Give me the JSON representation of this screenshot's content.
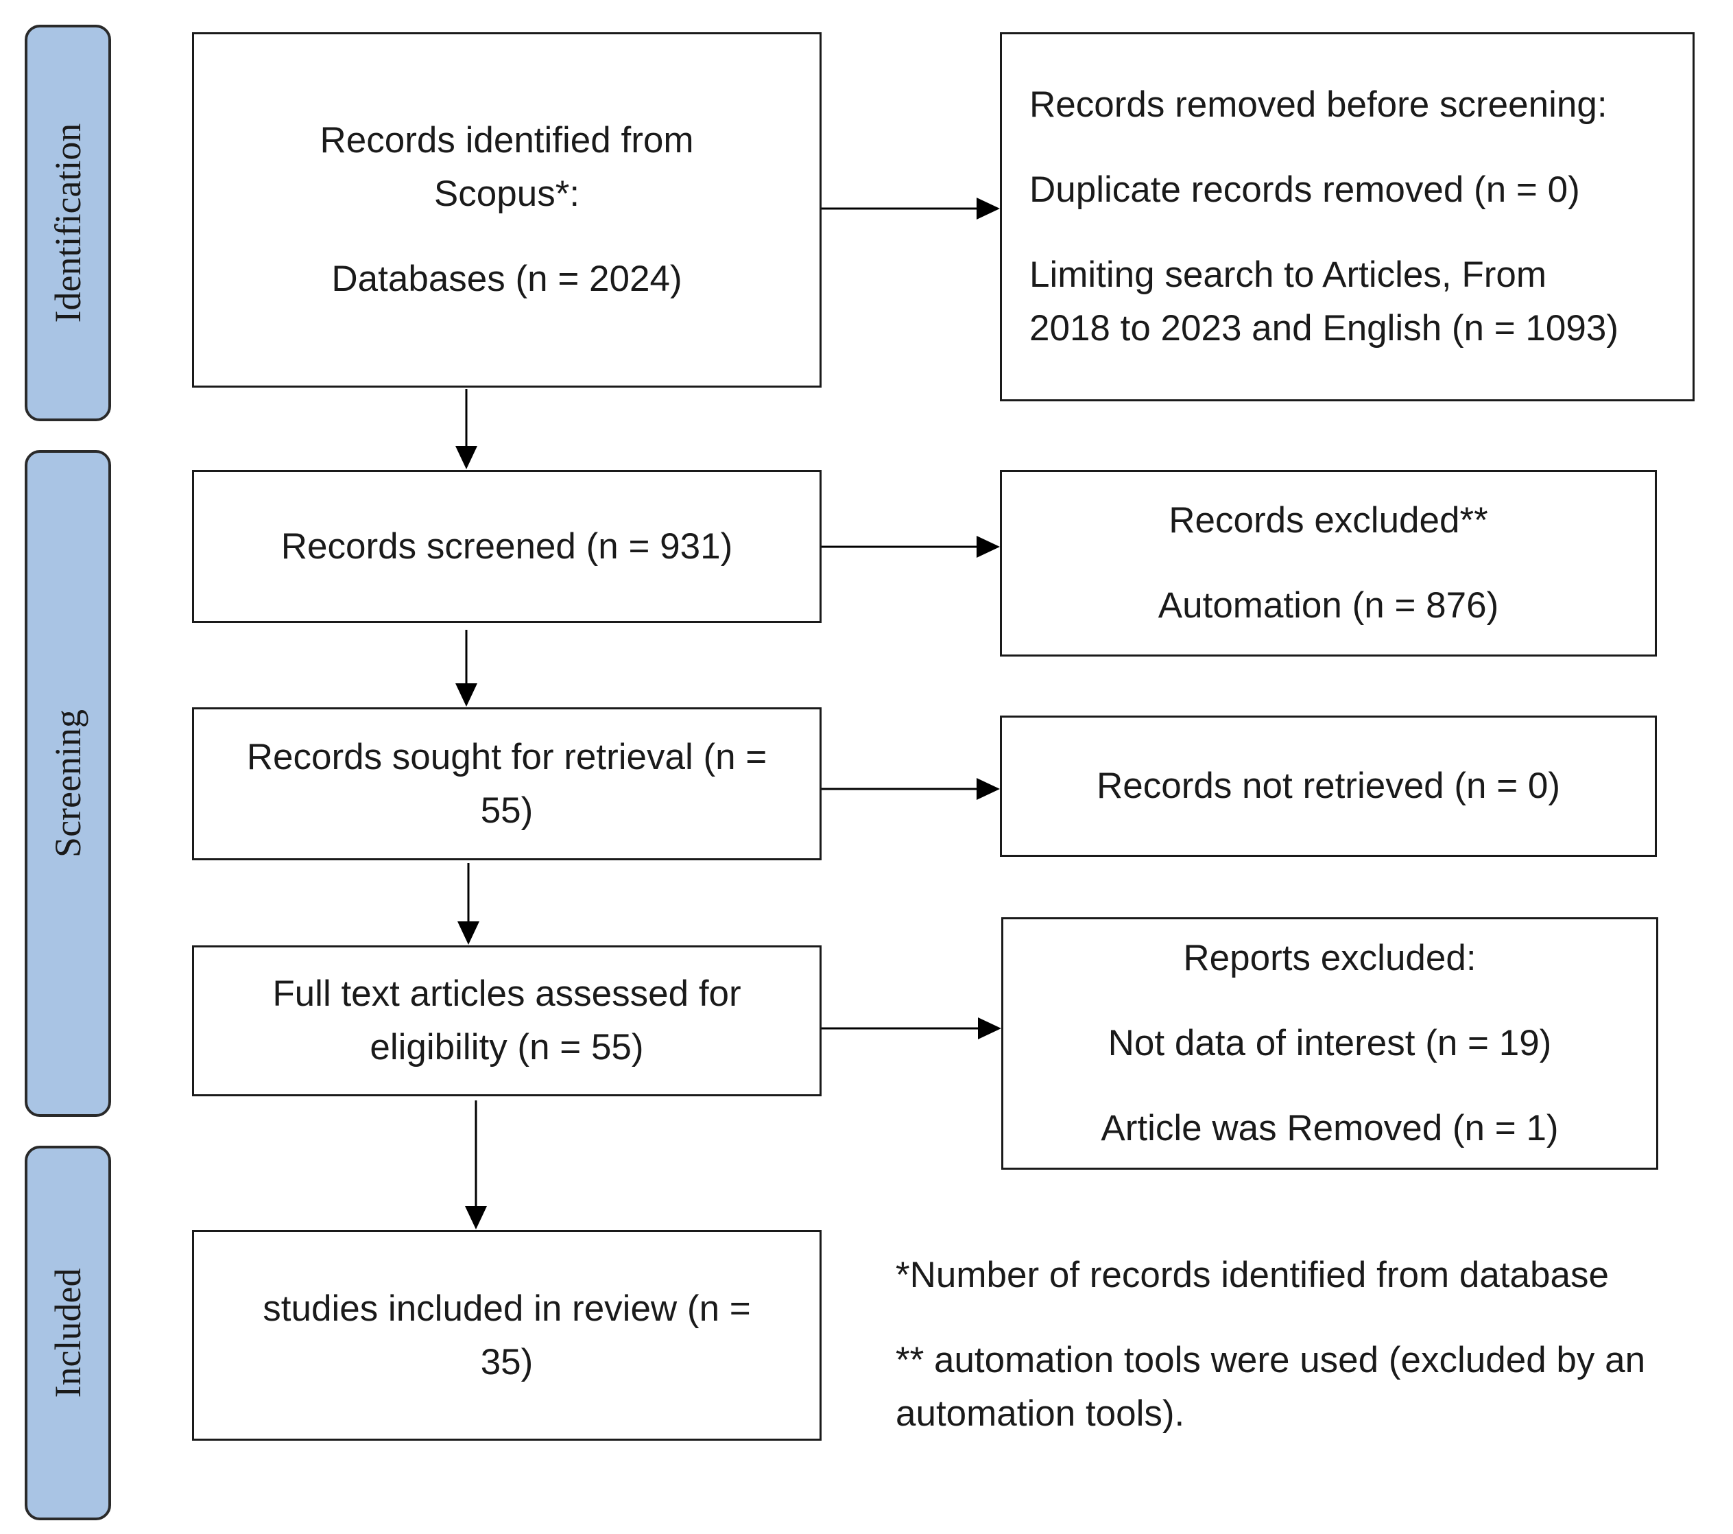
{
  "phases": {
    "identification": "Identification",
    "screening": "Screening",
    "included": "Included"
  },
  "boxes": {
    "identified": {
      "line1": "Records identified from",
      "line2": "Scopus*:",
      "line3": "Databases (n = 2024)"
    },
    "removed": {
      "line1": "Records removed before screening:",
      "line2": "Duplicate records removed (n = 0)",
      "line3": "Limiting search to Articles, From",
      "line4": "2018 to 2023 and English (n = 1093)"
    },
    "screened": {
      "line1": "Records screened (n = 931)"
    },
    "excluded": {
      "line1": "Records excluded**",
      "line2": "Automation (n = 876)"
    },
    "sought": {
      "line1": "Records sought for retrieval (n =",
      "line2": "55)"
    },
    "not_retrieved": {
      "line1": "Records not retrieved (n = 0)"
    },
    "assessed": {
      "line1": "Full text articles assessed for",
      "line2": "eligibility (n = 55)"
    },
    "reports_excluded": {
      "line1": "Reports excluded:",
      "line2": "Not data of interest (n = 19)",
      "line3": "Article was Removed (n = 1)"
    },
    "included": {
      "line1": "studies included in review (n =",
      "line2": "35)"
    }
  },
  "notes": {
    "note1": "*Number of records identified from database",
    "note2_line1": "** automation tools were used (excluded by an",
    "note2_line2": "automation tools)."
  }
}
